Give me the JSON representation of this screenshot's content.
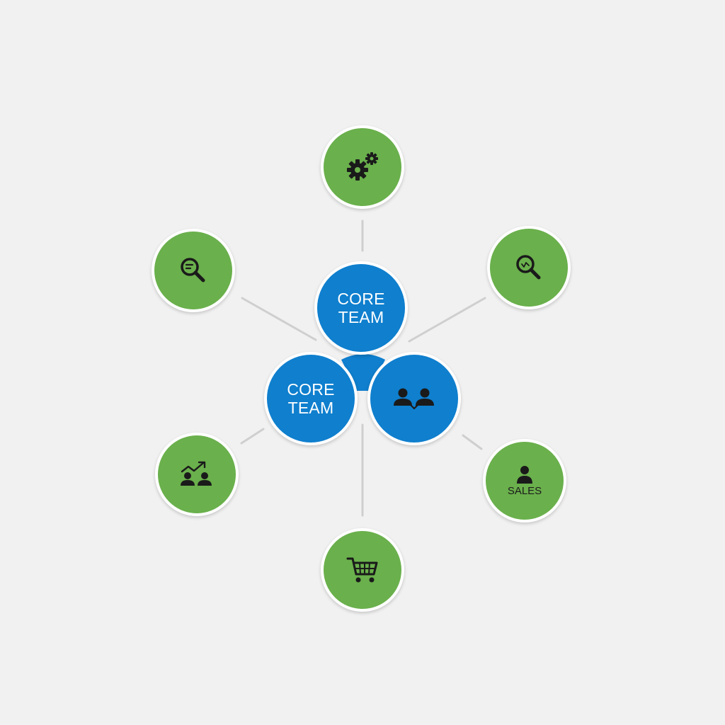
{
  "colors": {
    "background": "#f1f1f1",
    "hub": "#0f7fce",
    "spoke": "#6ab04c",
    "connector": "#cfcfcf",
    "icon": "#1a1a1a"
  },
  "hub": {
    "top": {
      "label": "CORE\nTEAM"
    },
    "left": {
      "label": "CORE\nTEAM"
    },
    "right": {
      "icon": "collaboration-people-icon"
    }
  },
  "spokes": [
    {
      "id": "top",
      "icon": "gears-icon"
    },
    {
      "id": "upper-left",
      "icon": "search-document-icon"
    },
    {
      "id": "upper-right",
      "icon": "search-analytics-icon"
    },
    {
      "id": "lower-left",
      "icon": "team-growth-icon"
    },
    {
      "id": "lower-right",
      "icon": "person-icon",
      "label": "SALES"
    },
    {
      "id": "bottom",
      "icon": "shopping-cart-icon"
    }
  ]
}
